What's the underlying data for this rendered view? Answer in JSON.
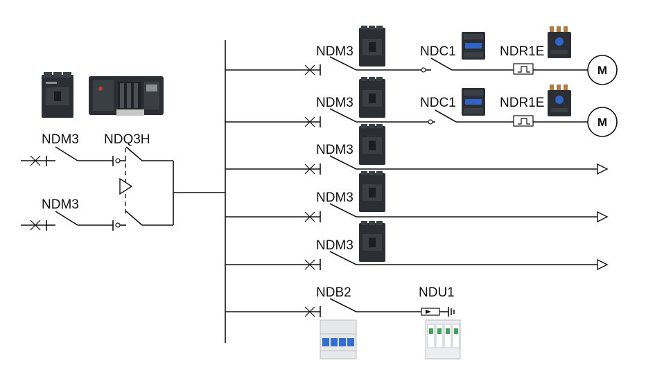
{
  "labels": {
    "ndm3_in1": "NDM3",
    "ndq3h": "NDQ3H",
    "ndm3_in2": "NDM3",
    "ndm3_out1": "NDM3",
    "ndc1_out1": "NDC1",
    "ndr1e_out1": "NDR1E",
    "ndm3_out2": "NDM3",
    "ndc1_out2": "NDC1",
    "ndr1e_out2": "NDR1E",
    "ndm3_out3": "NDM3",
    "ndm3_out4": "NDM3",
    "ndm3_out5": "NDM3",
    "ndb2": "NDB2",
    "ndu1": "NDU1",
    "motor1": "M",
    "motor2": "M"
  },
  "colors": {
    "device_body": "#2b2f33",
    "device_face": "#3a3f44",
    "ats_accent": "#c0392b",
    "mcb_blue": "#2f6fd6",
    "spd_green": "#3aa655",
    "relay_blue": "#2e64c8"
  }
}
